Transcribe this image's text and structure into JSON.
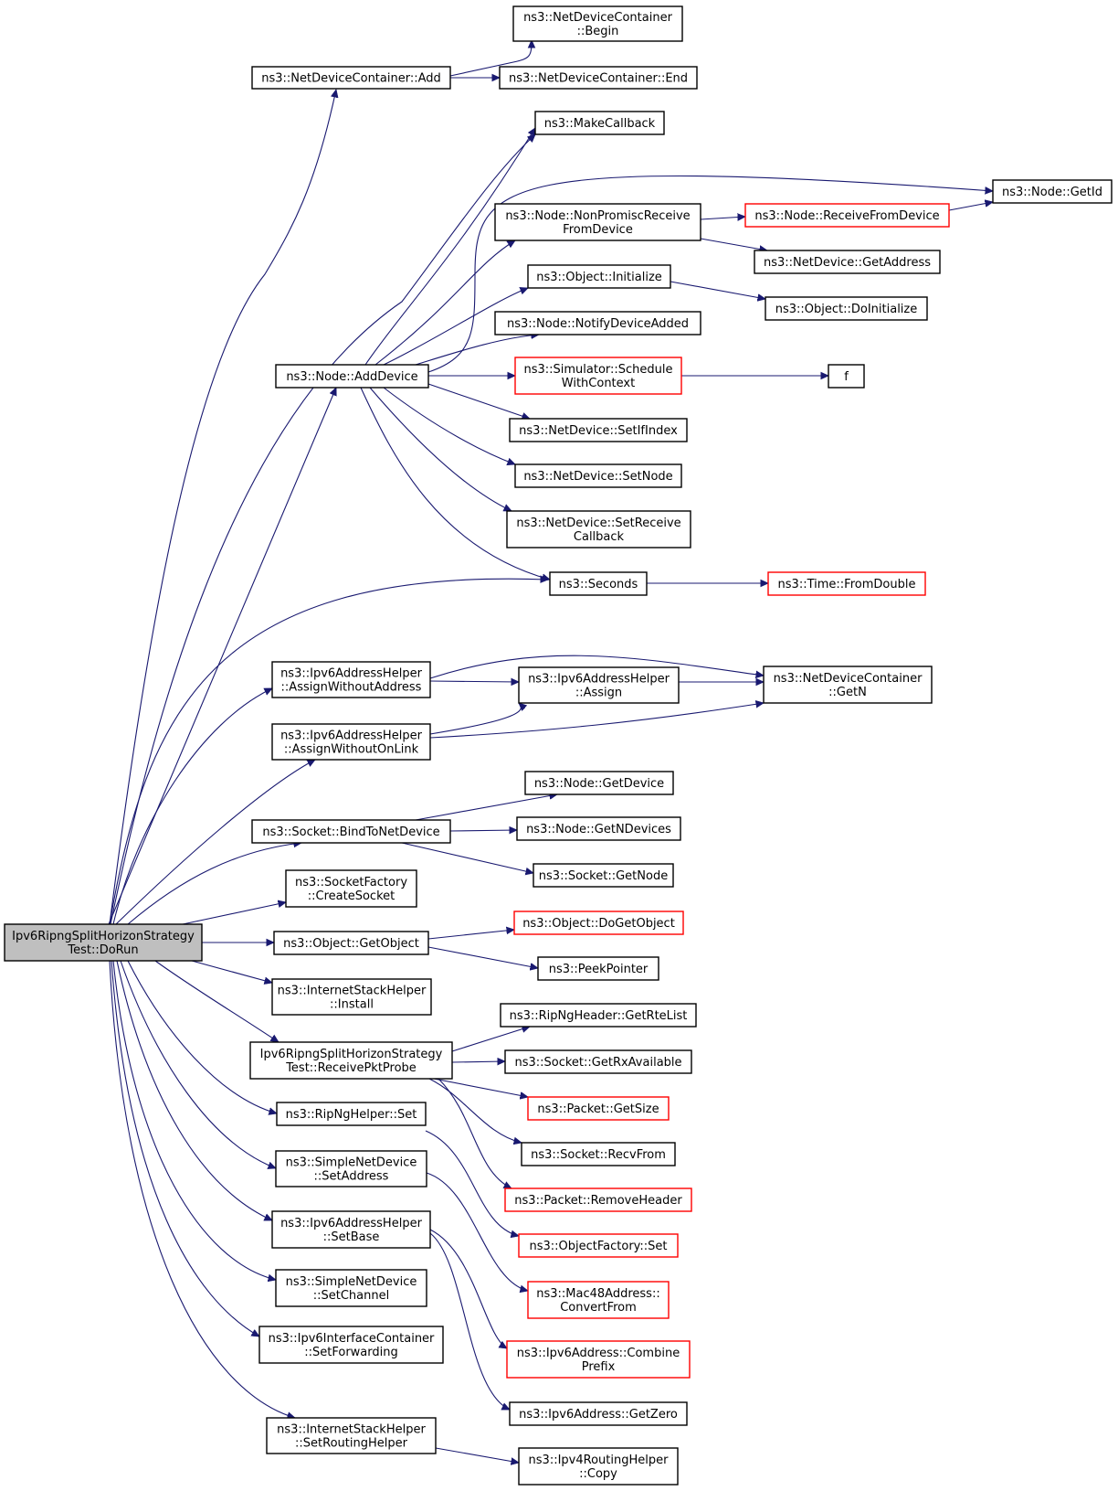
{
  "colors": {
    "edge": "#191970",
    "node_border": "#000000",
    "node_border_truncated": "#ff0000",
    "root_fill": "#bfbfbf",
    "node_fill": "#ffffff"
  },
  "nodes": [
    {
      "id": "root",
      "lines": [
        "Ipv6RipngSplitHorizonStrategy",
        "Test::DoRun"
      ],
      "root": true
    },
    {
      "id": "ndc_add",
      "lines": [
        "ns3::NetDeviceContainer::Add"
      ]
    },
    {
      "id": "ndc_begin",
      "lines": [
        "ns3::NetDeviceContainer",
        "::Begin"
      ]
    },
    {
      "id": "ndc_end",
      "lines": [
        "ns3::NetDeviceContainer::End"
      ]
    },
    {
      "id": "make_callback",
      "lines": [
        "ns3::MakeCallback"
      ]
    },
    {
      "id": "node_getid",
      "lines": [
        "ns3::Node::GetId"
      ]
    },
    {
      "id": "node_nonpromisc",
      "lines": [
        "ns3::Node::NonPromiscReceive",
        "FromDevice"
      ]
    },
    {
      "id": "node_receive",
      "lines": [
        "ns3::Node::ReceiveFromDevice"
      ],
      "truncated": true
    },
    {
      "id": "netdev_getaddress",
      "lines": [
        "ns3::NetDevice::GetAddress"
      ]
    },
    {
      "id": "object_initialize",
      "lines": [
        "ns3::Object::Initialize"
      ]
    },
    {
      "id": "object_doinitialize",
      "lines": [
        "ns3::Object::DoInitialize"
      ]
    },
    {
      "id": "node_notify",
      "lines": [
        "ns3::Node::NotifyDeviceAdded"
      ]
    },
    {
      "id": "node_adddevice",
      "lines": [
        "ns3::Node::AddDevice"
      ]
    },
    {
      "id": "sim_schedule",
      "lines": [
        "ns3::Simulator::Schedule",
        "WithContext"
      ],
      "truncated": true
    },
    {
      "id": "f",
      "lines": [
        "f"
      ]
    },
    {
      "id": "netdev_setifindex",
      "lines": [
        "ns3::NetDevice::SetIfIndex"
      ]
    },
    {
      "id": "netdev_setnode",
      "lines": [
        "ns3::NetDevice::SetNode"
      ]
    },
    {
      "id": "netdev_setreceive",
      "lines": [
        "ns3::NetDevice::SetReceive",
        "Callback"
      ]
    },
    {
      "id": "seconds",
      "lines": [
        "ns3::Seconds"
      ]
    },
    {
      "id": "time_fromdouble",
      "lines": [
        "ns3::Time::FromDouble"
      ],
      "truncated": true
    },
    {
      "id": "ipv6ah_awa",
      "lines": [
        "ns3::Ipv6AddressHelper",
        "::AssignWithoutAddress"
      ]
    },
    {
      "id": "ipv6ah_assign",
      "lines": [
        "ns3::Ipv6AddressHelper",
        "::Assign"
      ]
    },
    {
      "id": "ndc_getn",
      "lines": [
        "ns3::NetDeviceContainer",
        "::GetN"
      ]
    },
    {
      "id": "ipv6ah_awol",
      "lines": [
        "ns3::Ipv6AddressHelper",
        "::AssignWithoutOnLink"
      ]
    },
    {
      "id": "node_getdevice",
      "lines": [
        "ns3::Node::GetDevice"
      ]
    },
    {
      "id": "socket_bind",
      "lines": [
        "ns3::Socket::BindToNetDevice"
      ]
    },
    {
      "id": "node_getndevices",
      "lines": [
        "ns3::Node::GetNDevices"
      ]
    },
    {
      "id": "socket_getnode",
      "lines": [
        "ns3::Socket::GetNode"
      ]
    },
    {
      "id": "sockfactory_create",
      "lines": [
        "ns3::SocketFactory",
        "::CreateSocket"
      ]
    },
    {
      "id": "object_dogetobject",
      "lines": [
        "ns3::Object::DoGetObject"
      ],
      "truncated": true
    },
    {
      "id": "object_getobject",
      "lines": [
        "ns3::Object::GetObject"
      ]
    },
    {
      "id": "peekpointer",
      "lines": [
        "ns3::PeekPointer"
      ]
    },
    {
      "id": "ish_install",
      "lines": [
        "ns3::InternetStackHelper",
        "::Install"
      ]
    },
    {
      "id": "ripng_getrte",
      "lines": [
        "ns3::RipNgHeader::GetRteList"
      ]
    },
    {
      "id": "receive_probe",
      "lines": [
        "Ipv6RipngSplitHorizonStrategy",
        "Test::ReceivePktProbe"
      ]
    },
    {
      "id": "socket_getrx",
      "lines": [
        "ns3::Socket::GetRxAvailable"
      ]
    },
    {
      "id": "packet_getsize",
      "lines": [
        "ns3::Packet::GetSize"
      ],
      "truncated": true
    },
    {
      "id": "ripnghelper_set",
      "lines": [
        "ns3::RipNgHelper::Set"
      ]
    },
    {
      "id": "socket_recvfrom",
      "lines": [
        "ns3::Socket::RecvFrom"
      ]
    },
    {
      "id": "snd_setaddress",
      "lines": [
        "ns3::SimpleNetDevice",
        "::SetAddress"
      ]
    },
    {
      "id": "packet_removeheader",
      "lines": [
        "ns3::Packet::RemoveHeader"
      ],
      "truncated": true
    },
    {
      "id": "ipv6ah_setbase",
      "lines": [
        "ns3::Ipv6AddressHelper",
        "::SetBase"
      ]
    },
    {
      "id": "objfactory_set",
      "lines": [
        "ns3::ObjectFactory::Set"
      ],
      "truncated": true
    },
    {
      "id": "snd_setchannel",
      "lines": [
        "ns3::SimpleNetDevice",
        "::SetChannel"
      ]
    },
    {
      "id": "mac48_convert",
      "lines": [
        "ns3::Mac48Address::",
        "ConvertFrom"
      ],
      "truncated": true
    },
    {
      "id": "ipv6ic_setforwarding",
      "lines": [
        "ns3::Ipv6InterfaceContainer",
        "::SetForwarding"
      ]
    },
    {
      "id": "ipv6addr_combine",
      "lines": [
        "ns3::Ipv6Address::Combine",
        "Prefix"
      ],
      "truncated": true
    },
    {
      "id": "ipv6addr_getzero",
      "lines": [
        "ns3::Ipv6Address::GetZero"
      ]
    },
    {
      "id": "ish_setrouting",
      "lines": [
        "ns3::InternetStackHelper",
        "::SetRoutingHelper"
      ]
    },
    {
      "id": "ipv4rh_copy",
      "lines": [
        "ns3::Ipv4RoutingHelper",
        "::Copy"
      ]
    }
  ]
}
